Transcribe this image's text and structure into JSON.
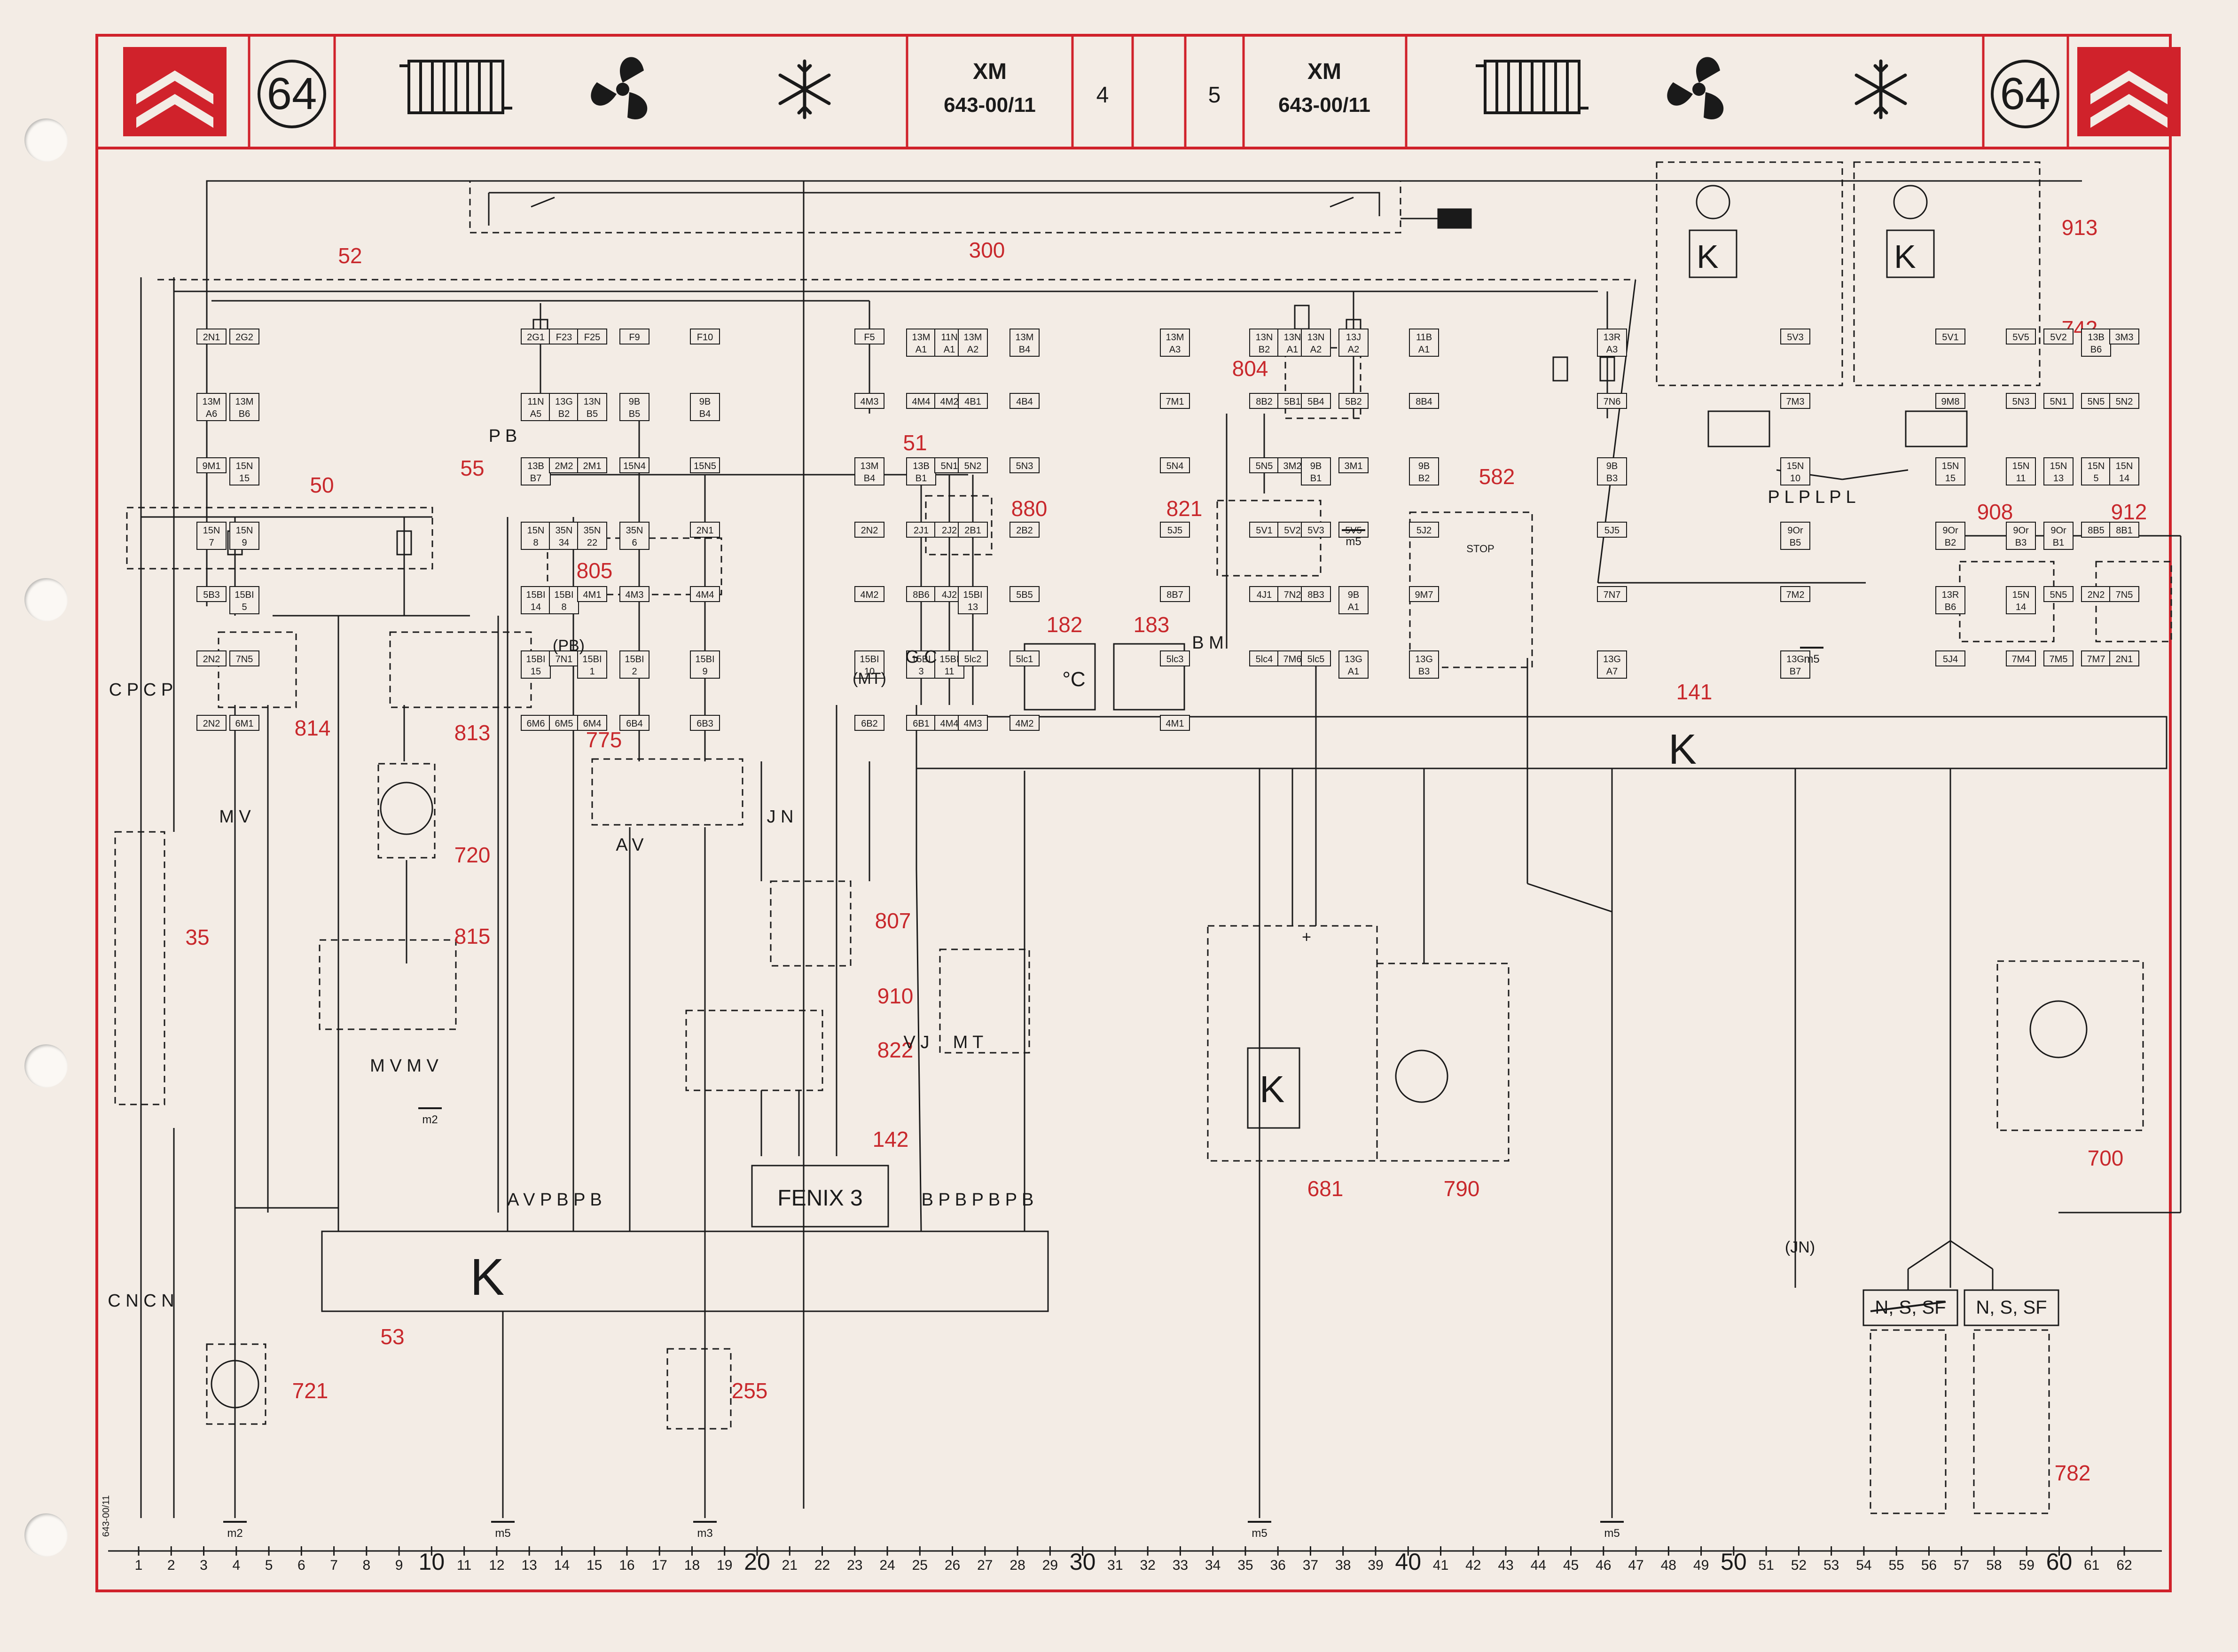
{
  "header": {
    "page_number_left": "64",
    "page_number_right": "64",
    "model_left": "XM",
    "ref_left": "643-00/11",
    "model_right": "XM",
    "ref_right": "643-00/11",
    "sheet_left": "4",
    "sheet_right": "5",
    "icons": [
      "citroen-logo-icon",
      "radiator-icon",
      "fan-icon",
      "snowflake-icon"
    ]
  },
  "side_code": "643-00/11",
  "component_labels": [
    "52",
    "300",
    "50",
    "55",
    "51",
    "805",
    "880",
    "821",
    "582",
    "804",
    "182",
    "183",
    "141",
    "913",
    "742",
    "908",
    "912",
    "814",
    "813",
    "720",
    "775",
    "815",
    "807",
    "910",
    "822",
    "35",
    "142",
    "681",
    "790",
    "700",
    "53",
    "721",
    "255",
    "782"
  ],
  "boxes": {
    "fenix": "FENIX 3",
    "variant_crossed": "N, S, SF",
    "variant": "N, S, SF",
    "stop": "STOP",
    "degc": "°C",
    "sign_plus": "+",
    "mt_label": "(MT)",
    "pb_label": "(PB)",
    "jn_label": "(JN)"
  },
  "connectors": {
    "top_left": [
      "2N1",
      "2G2",
      "2G1",
      "F23",
      "F25",
      "F9",
      "F10",
      "F5"
    ],
    "upper_row": [
      "13M A1",
      "11N A1",
      "13M A2",
      "13M B4",
      "13M A3",
      "13N B2",
      "13N A1",
      "13N A2",
      "13J A2",
      "11B A1",
      "13R A3"
    ],
    "blocks": [
      "5V3",
      "5V1",
      "5V5",
      "5V2",
      "13B B6",
      "3M3",
      "13M A6",
      "13M B6",
      "11N A5",
      "13G B2",
      "13N B5",
      "9B B5",
      "9B B4",
      "4M3",
      "4M4",
      "4M2",
      "4B1",
      "4B4",
      "7M1",
      "8B2",
      "5B1",
      "5B4",
      "5B2",
      "8B4",
      "7N6",
      "7M3",
      "9M8",
      "5N3",
      "5N1",
      "5N5",
      "5N2",
      "9M1",
      "15N 15",
      "13B B7",
      "2M2",
      "2M1",
      "15N4",
      "15N5",
      "13M B4",
      "13B B1",
      "5N1",
      "5N2",
      "5N3",
      "5N4",
      "5N5",
      "3M2",
      "9B B1",
      "3M1",
      "9B B2",
      "9B B3",
      "15N 10",
      "15N 15",
      "15N 11",
      "15N 13",
      "15N 5",
      "15N 14",
      "15N 7",
      "15N 9",
      "15N 8",
      "35N 34",
      "35N 22",
      "35N 6",
      "2N1",
      "2N2",
      "2J1",
      "2J2",
      "2B1",
      "2B2",
      "5J5",
      "5V1",
      "5V2",
      "5V3",
      "5V5",
      "5J2",
      "5J5",
      "9Or B5",
      "9Or B2",
      "9Or B3",
      "9Or B1",
      "8B5",
      "8B1",
      "5B3",
      "15BI 5",
      "15BI 14",
      "15BI 8",
      "4M1",
      "4M3",
      "4M4",
      "4M2",
      "8B6",
      "4J2",
      "15BI 13",
      "5B5",
      "8B7",
      "4J1",
      "7N2",
      "8B3",
      "9B A1",
      "9M7",
      "7N7",
      "7M2",
      "13R B6",
      "15N 14",
      "5N5",
      "2N2",
      "7N5",
      "2N2",
      "7N5",
      "15BI 15",
      "7N1",
      "15BI 1",
      "15BI 2",
      "15BI 9",
      "15BI 10",
      "15BI 3",
      "15BI 11",
      "5lc2",
      "5lc1",
      "5lc3",
      "5lc4",
      "7M6",
      "5lc5",
      "13G A1",
      "13G B3",
      "13G A7",
      "13G B7",
      "5J4",
      "7M4",
      "7M5",
      "7M7",
      "2N1",
      "2N2",
      "6M1",
      "6M6",
      "6M5",
      "6M4",
      "6B4",
      "6B3",
      "6B2",
      "6B1",
      "4M4",
      "4M3",
      "4M2",
      "4M1"
    ]
  },
  "wire_codes": [
    "P B",
    "G C",
    "A V",
    "M V",
    "J N",
    "M T",
    "C P C P",
    "C N C N",
    "A V P B P B",
    "P L P L P L",
    "M V M V",
    "V J",
    "B M",
    "B P B P B P B"
  ],
  "grounds": [
    "m2",
    "m2",
    "m3",
    "m5",
    "m5",
    "m5",
    "m5",
    "m5"
  ],
  "scale": {
    "ticks": [
      "1",
      "2",
      "3",
      "4",
      "5",
      "6",
      "7",
      "8",
      "9",
      "10",
      "11",
      "12",
      "13",
      "14",
      "15",
      "16",
      "17",
      "18",
      "19",
      "20",
      "21",
      "22",
      "23",
      "24",
      "25",
      "26",
      "27",
      "28",
      "29",
      "30",
      "31",
      "32",
      "33",
      "34",
      "35",
      "36",
      "37",
      "38",
      "39",
      "40",
      "41",
      "42",
      "43",
      "44",
      "45",
      "46",
      "47",
      "48",
      "49",
      "50",
      "51",
      "52",
      "53",
      "54",
      "55",
      "56",
      "57",
      "58",
      "59",
      "60",
      "61",
      "62"
    ]
  },
  "colors": {
    "frame": "#d0222b",
    "ink": "#1a1a1a",
    "label": "#c8282c",
    "paper": "#f3ece5"
  }
}
